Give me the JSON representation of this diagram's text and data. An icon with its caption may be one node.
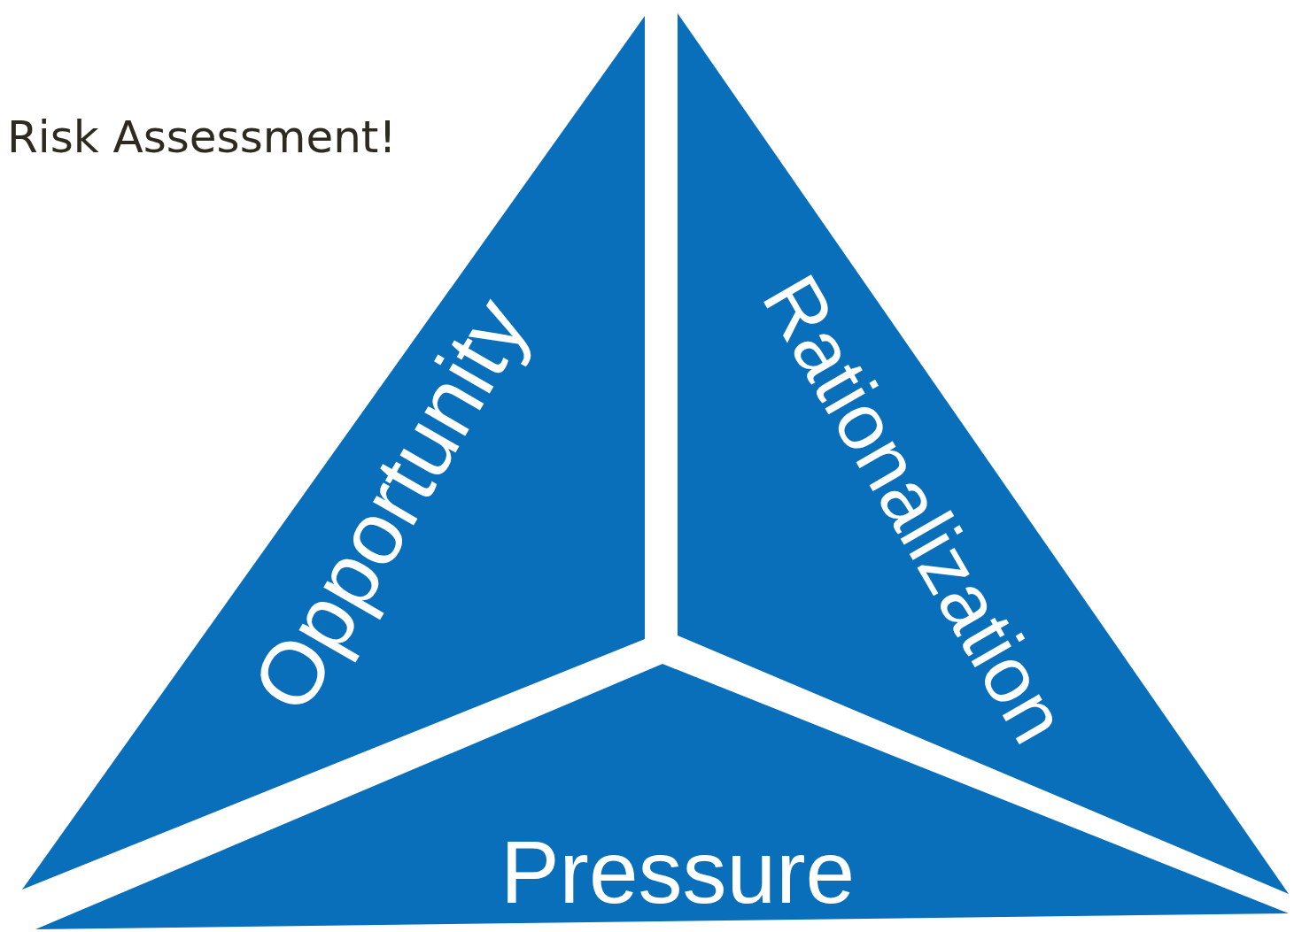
{
  "diagram": {
    "title": "Risk Assessment!",
    "nodes": [
      {
        "text": [
          "Opportunity"
        ]
      },
      {
        "text": [
          "Rationalization"
        ]
      },
      {
        "text": [
          "Pressure"
        ]
      }
    ]
  }
}
